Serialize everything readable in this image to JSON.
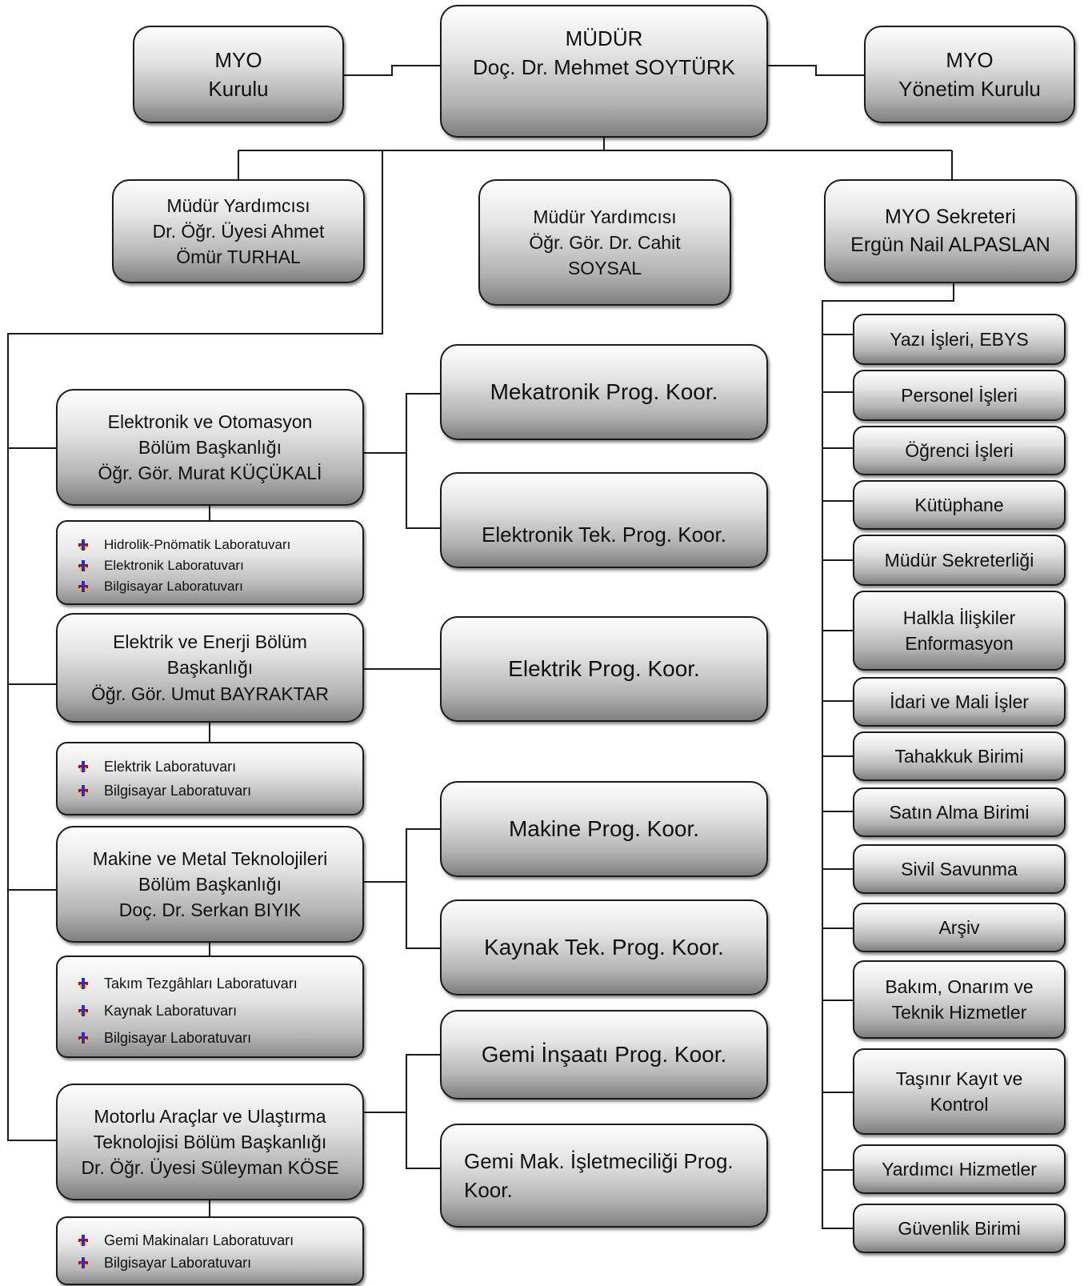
{
  "top": {
    "director": {
      "line1": "MÜDÜR",
      "line2": "Doç. Dr. Mehmet SOYTÜRK"
    },
    "council": {
      "line1": "MYO",
      "line2": "Kurulu"
    },
    "board": {
      "line1": "MYO",
      "line2": "Yönetim Kurulu"
    }
  },
  "deputies": {
    "deputy1": {
      "line1": "Müdür Yardımcısı",
      "line2": "Dr. Öğr. Üyesi Ahmet",
      "line3": "Ömür TURHAL"
    },
    "deputy2": {
      "line1": "Müdür Yardımcısı",
      "line2": "Öğr. Gör. Dr. Cahit",
      "line3": "SOYSAL"
    },
    "secretary": {
      "line1": "MYO Sekreteri",
      "line2": "Ergün Nail ALPASLAN"
    }
  },
  "departments": [
    {
      "lines": [
        "Elektronik ve Otomasyon",
        "Bölüm Başkanlığı",
        "Öğr. Gör. Murat KÜÇÜKALİ"
      ],
      "labs": [
        "Hidrolik-Pnömatik Laboratuvarı",
        "Elektronik Laboratuvarı",
        "Bilgisayar Laboratuvarı"
      ],
      "programs": [
        "Mekatronik Prog. Koor.",
        "Elektronik Tek. Prog. Koor."
      ]
    },
    {
      "lines": [
        "Elektrik ve Enerji Bölüm",
        "Başkanlığı",
        "Öğr. Gör. Umut BAYRAKTAR"
      ],
      "labs": [
        "Elektrik Laboratuvarı",
        "Bilgisayar Laboratuvarı"
      ],
      "programs": [
        "Elektrik Prog. Koor."
      ]
    },
    {
      "lines": [
        "Makine ve Metal Teknolojileri",
        "Bölüm Başkanlığı",
        "Doç. Dr. Serkan BIYIK"
      ],
      "labs": [
        "Takım Tezgâhları Laboratuvarı",
        "Kaynak Laboratuvarı",
        "Bilgisayar Laboratuvarı"
      ],
      "programs": [
        "Makine Prog. Koor.",
        "Kaynak Tek. Prog. Koor."
      ]
    },
    {
      "lines": [
        "Motorlu Araçlar ve Ulaştırma",
        "Teknolojisi Bölüm Başkanlığı",
        "Dr. Öğr. Üyesi Süleyman KÖSE"
      ],
      "labs": [
        "Gemi Makinaları Laboratuvarı",
        "Bilgisayar Laboratuvarı"
      ],
      "programs": [
        "Gemi İnşaatı Prog. Koor.",
        "Gemi Mak. İşletmeciliği Prog.",
        "Koor."
      ]
    }
  ],
  "units": [
    [
      "Yazı İşleri, EBYS"
    ],
    [
      "Personel İşleri"
    ],
    [
      "Öğrenci İşleri"
    ],
    [
      "Kütüphane"
    ],
    [
      "Müdür Sekreterliği"
    ],
    [
      "Halkla İlişkiler",
      "Enformasyon"
    ],
    [
      "İdari ve Mali İşler"
    ],
    [
      "Tahakkuk Birimi"
    ],
    [
      "Satın Alma Birimi"
    ],
    [
      "Sivil Savunma"
    ],
    [
      "Arşiv"
    ],
    [
      "Bakım, Onarım ve",
      "Teknik Hizmetler"
    ],
    [
      "Taşınır Kayıt ve",
      "Kontrol"
    ],
    [
      "Yardımcı Hizmetler"
    ],
    [
      "Güvenlik Birimi"
    ]
  ]
}
